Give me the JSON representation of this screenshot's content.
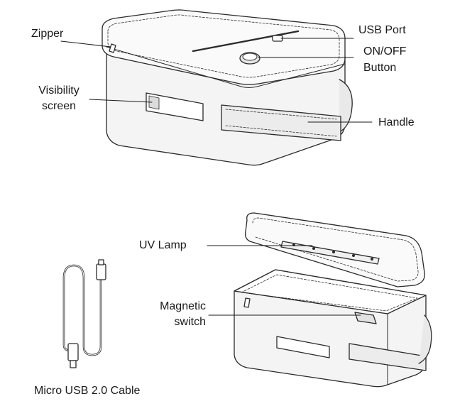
{
  "labels": {
    "zipper": "Zipper",
    "usb_port": "USB Port",
    "on_off_line1": "ON/OFF",
    "on_off_line2": "Button",
    "visibility_line1": "Visibility",
    "visibility_line2": "screen",
    "handle": "Handle",
    "uv_lamp": "UV Lamp",
    "magnetic_line1": "Magnetic",
    "magnetic_line2": "switch",
    "cable": "Micro USB 2.0 Cable"
  }
}
